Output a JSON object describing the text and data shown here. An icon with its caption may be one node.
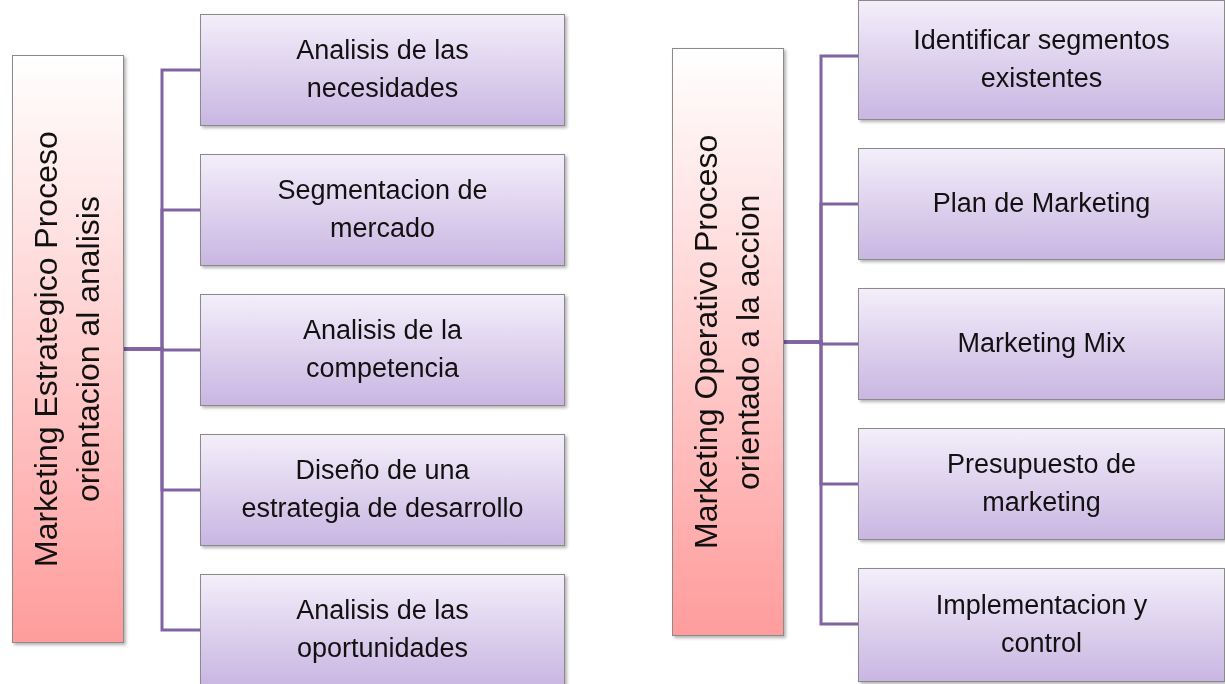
{
  "diagram": {
    "nodes": [
      {
        "text": [
          "Marketing Estrategico Proceso orientacion al analisis"
        ]
      },
      {
        "text": [
          "Analisis de las necesidades"
        ]
      },
      {
        "text": [
          "Segmentacion de mercado"
        ]
      },
      {
        "text": [
          "Analisis de la competencia"
        ]
      },
      {
        "text": [
          "Diseño de una estrategia de desarrollo"
        ]
      },
      {
        "text": [
          "Analisis de las oportunidades"
        ]
      },
      {
        "text": [
          "Marketing Operativo Proceso orientado a la accion"
        ]
      },
      {
        "text": [
          "Identificar segmentos existentes"
        ]
      },
      {
        "text": [
          "Plan de Marketing"
        ]
      },
      {
        "text": [
          "Marketing Mix"
        ]
      },
      {
        "text": [
          "Presupuesto de marketing"
        ]
      },
      {
        "text": [
          "Implementacion y control"
        ]
      }
    ],
    "edges": [
      {
        "from": 0,
        "to": 1,
        "arrow": "none"
      },
      {
        "from": 0,
        "to": 2,
        "arrow": "none"
      },
      {
        "from": 0,
        "to": 3,
        "arrow": "none"
      },
      {
        "from": 0,
        "to": 4,
        "arrow": "none"
      },
      {
        "from": 0,
        "to": 5,
        "arrow": "none"
      },
      {
        "from": 6,
        "to": 7,
        "arrow": "none"
      },
      {
        "from": 6,
        "to": 8,
        "arrow": "none"
      },
      {
        "from": 6,
        "to": 9,
        "arrow": "none"
      },
      {
        "from": 6,
        "to": 10,
        "arrow": "none"
      },
      {
        "from": 6,
        "to": 11,
        "arrow": "none"
      }
    ]
  }
}
